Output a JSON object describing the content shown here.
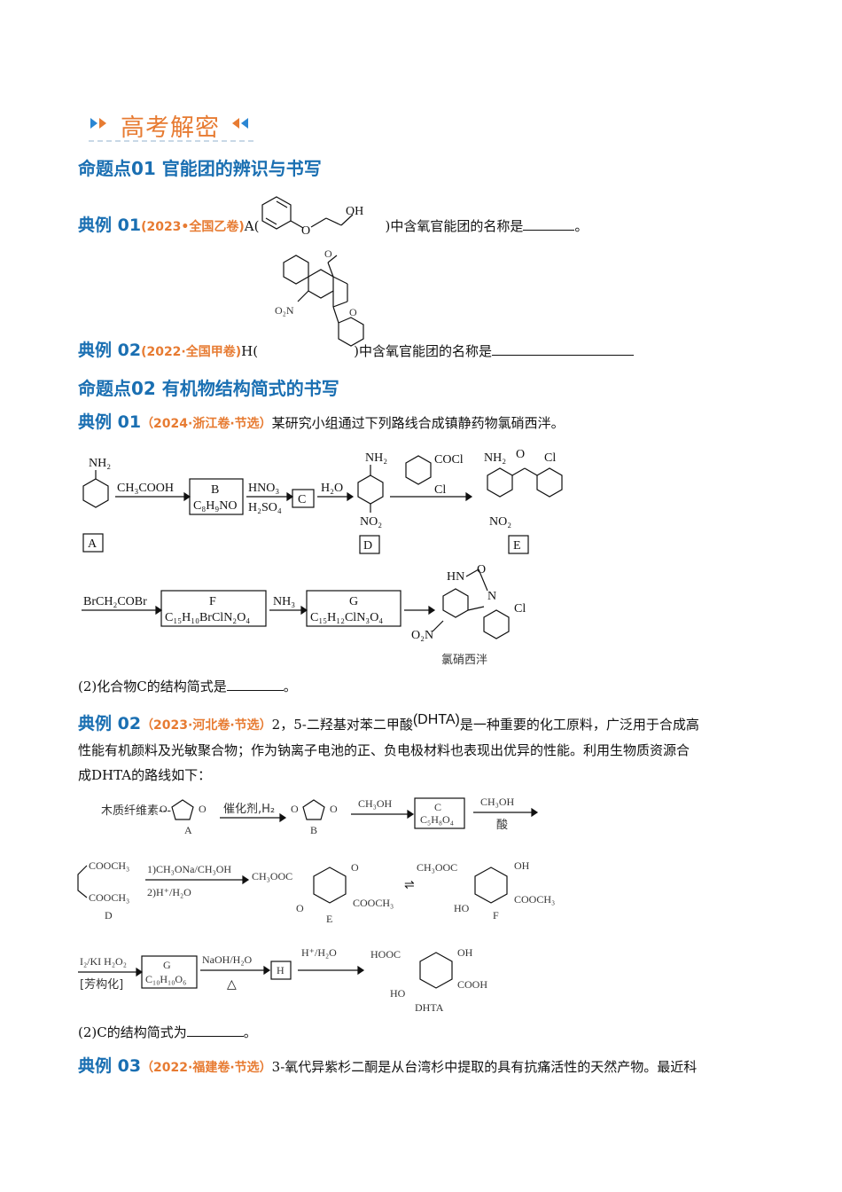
{
  "banner": {
    "title": "高考解密"
  },
  "section1": {
    "heading": "命题点01 官能团的辨识与书写",
    "ex1": {
      "label": "典例 01",
      "source": "(2023•全国乙卷)",
      "pre": "A(",
      "post": ")中含氧官能团的名称是",
      "end": "。",
      "struct_label": "OH"
    },
    "ex2": {
      "label": "典例 02",
      "source": "(2022·全国甲卷)",
      "pre": "H(",
      "post": ")中含氧官能团的名称是",
      "struct_label_no2": "O₂N"
    }
  },
  "section2": {
    "heading": "命题点02 有机物结构简式的书写",
    "ex1": {
      "label": "典例 01",
      "source": "（2024·浙江卷·节选）",
      "text": "某研究小组通过下列路线合成镇静药物氯硝西泮。",
      "scheme": {
        "nh2": "NH₂",
        "reagent1": "CH₃COOH",
        "B": "B",
        "B_formula": "C₈H₉NO",
        "hno3": "HNO₃",
        "h2so4": "H₂SO₄",
        "C": "C",
        "h2o": "H₂O",
        "D": "D",
        "no2": "NO₂",
        "cocl": "COCl",
        "cl": "Cl",
        "E": "E",
        "A": "A",
        "reagent2": "BrCH₂COBr",
        "F": "F",
        "F_formula": "C₁₅H₁₀BrClN₂O₄",
        "nh3": "NH₃",
        "G": "G",
        "G_formula": "C₁₅H₁₂ClN₃O₄",
        "hn": "HN",
        "n": "N",
        "o": "O",
        "o2n": "O₂N",
        "product": "氯硝西泮"
      },
      "question": "(2)化合物C的结构简式是",
      "q_end": "。"
    },
    "ex2": {
      "label": "典例 02",
      "source": "（2023·河北卷·节选）",
      "text_a": "2，5-二羟基对苯二甲酸",
      "text_abbr": "(DHTA)",
      "text_b": "是一种重要的化工原料，广泛用于合成高",
      "line2": "性能有机颜料及光敏聚合物；作为钠离子电池的正、负电极材料也表现出优异的性能。利用生物质资源合",
      "line3": "成DHTA的路线如下：",
      "scheme": {
        "start": "木质纤维素---",
        "A": "A",
        "cat": "催化剂,H₂",
        "B": "B",
        "ch3oh": "CH₃OH",
        "C": "C",
        "C_formula": "C₅H₈O₄",
        "ch3oh2": "CH₃OH",
        "acid": "酸",
        "D_top": "COOCH₃",
        "D_bot": "COOCH₃",
        "D": "D",
        "step": "1)CH₃ONa/CH₃OH",
        "step2": "2)H⁺/H₂O",
        "E_sub1": "CH₃OOC",
        "E_sub2": "COOCH₃",
        "E": "E",
        "F_sub1": "CH₃OOC",
        "F_oh1": "OH",
        "F_ho": "HO",
        "F_sub2": "COOCH₃",
        "F": "F",
        "i2": "I₂/KI H₂O₂",
        "arom": "[芳构化]",
        "G": "G",
        "G_formula": "C₁₀H₁₀O₆",
        "naoh": "NaOH/H₂O",
        "heat": "△",
        "H": "H",
        "h3o": "H⁺/H₂O",
        "d_hooc": "HOOC",
        "d_oh": "OH",
        "d_ho": "HO",
        "d_cooh": "COOH",
        "dhta": "DHTA"
      },
      "question": "(2)C的结构简式为",
      "q_end": "。"
    },
    "ex3": {
      "label": "典例 03",
      "source": "（2022·福建卷·节选）",
      "text": "3-氧代异紫杉二酮是从台湾杉中提取的具有抗痛活性的天然产物。最近科"
    }
  }
}
